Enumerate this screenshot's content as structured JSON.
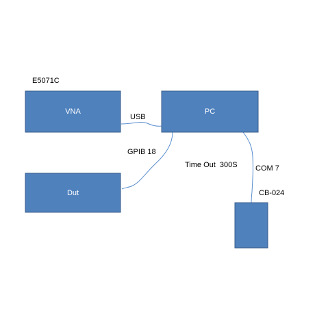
{
  "colors": {
    "box_fill": "#4f81bd",
    "box_stroke": "#385d8a",
    "connector": "#5b8fd0"
  },
  "nodes": {
    "vna": {
      "label": "VNA"
    },
    "pc": {
      "label": "PC"
    },
    "dut": {
      "label": "Dut"
    },
    "controller": {
      "label": ""
    }
  },
  "labels": {
    "vna_model": "E5071C",
    "usb": "USB",
    "gpib": "GPIB 18",
    "timeout": "Time Out  300S",
    "com": "COM 7",
    "controller_model": "CB-024"
  }
}
